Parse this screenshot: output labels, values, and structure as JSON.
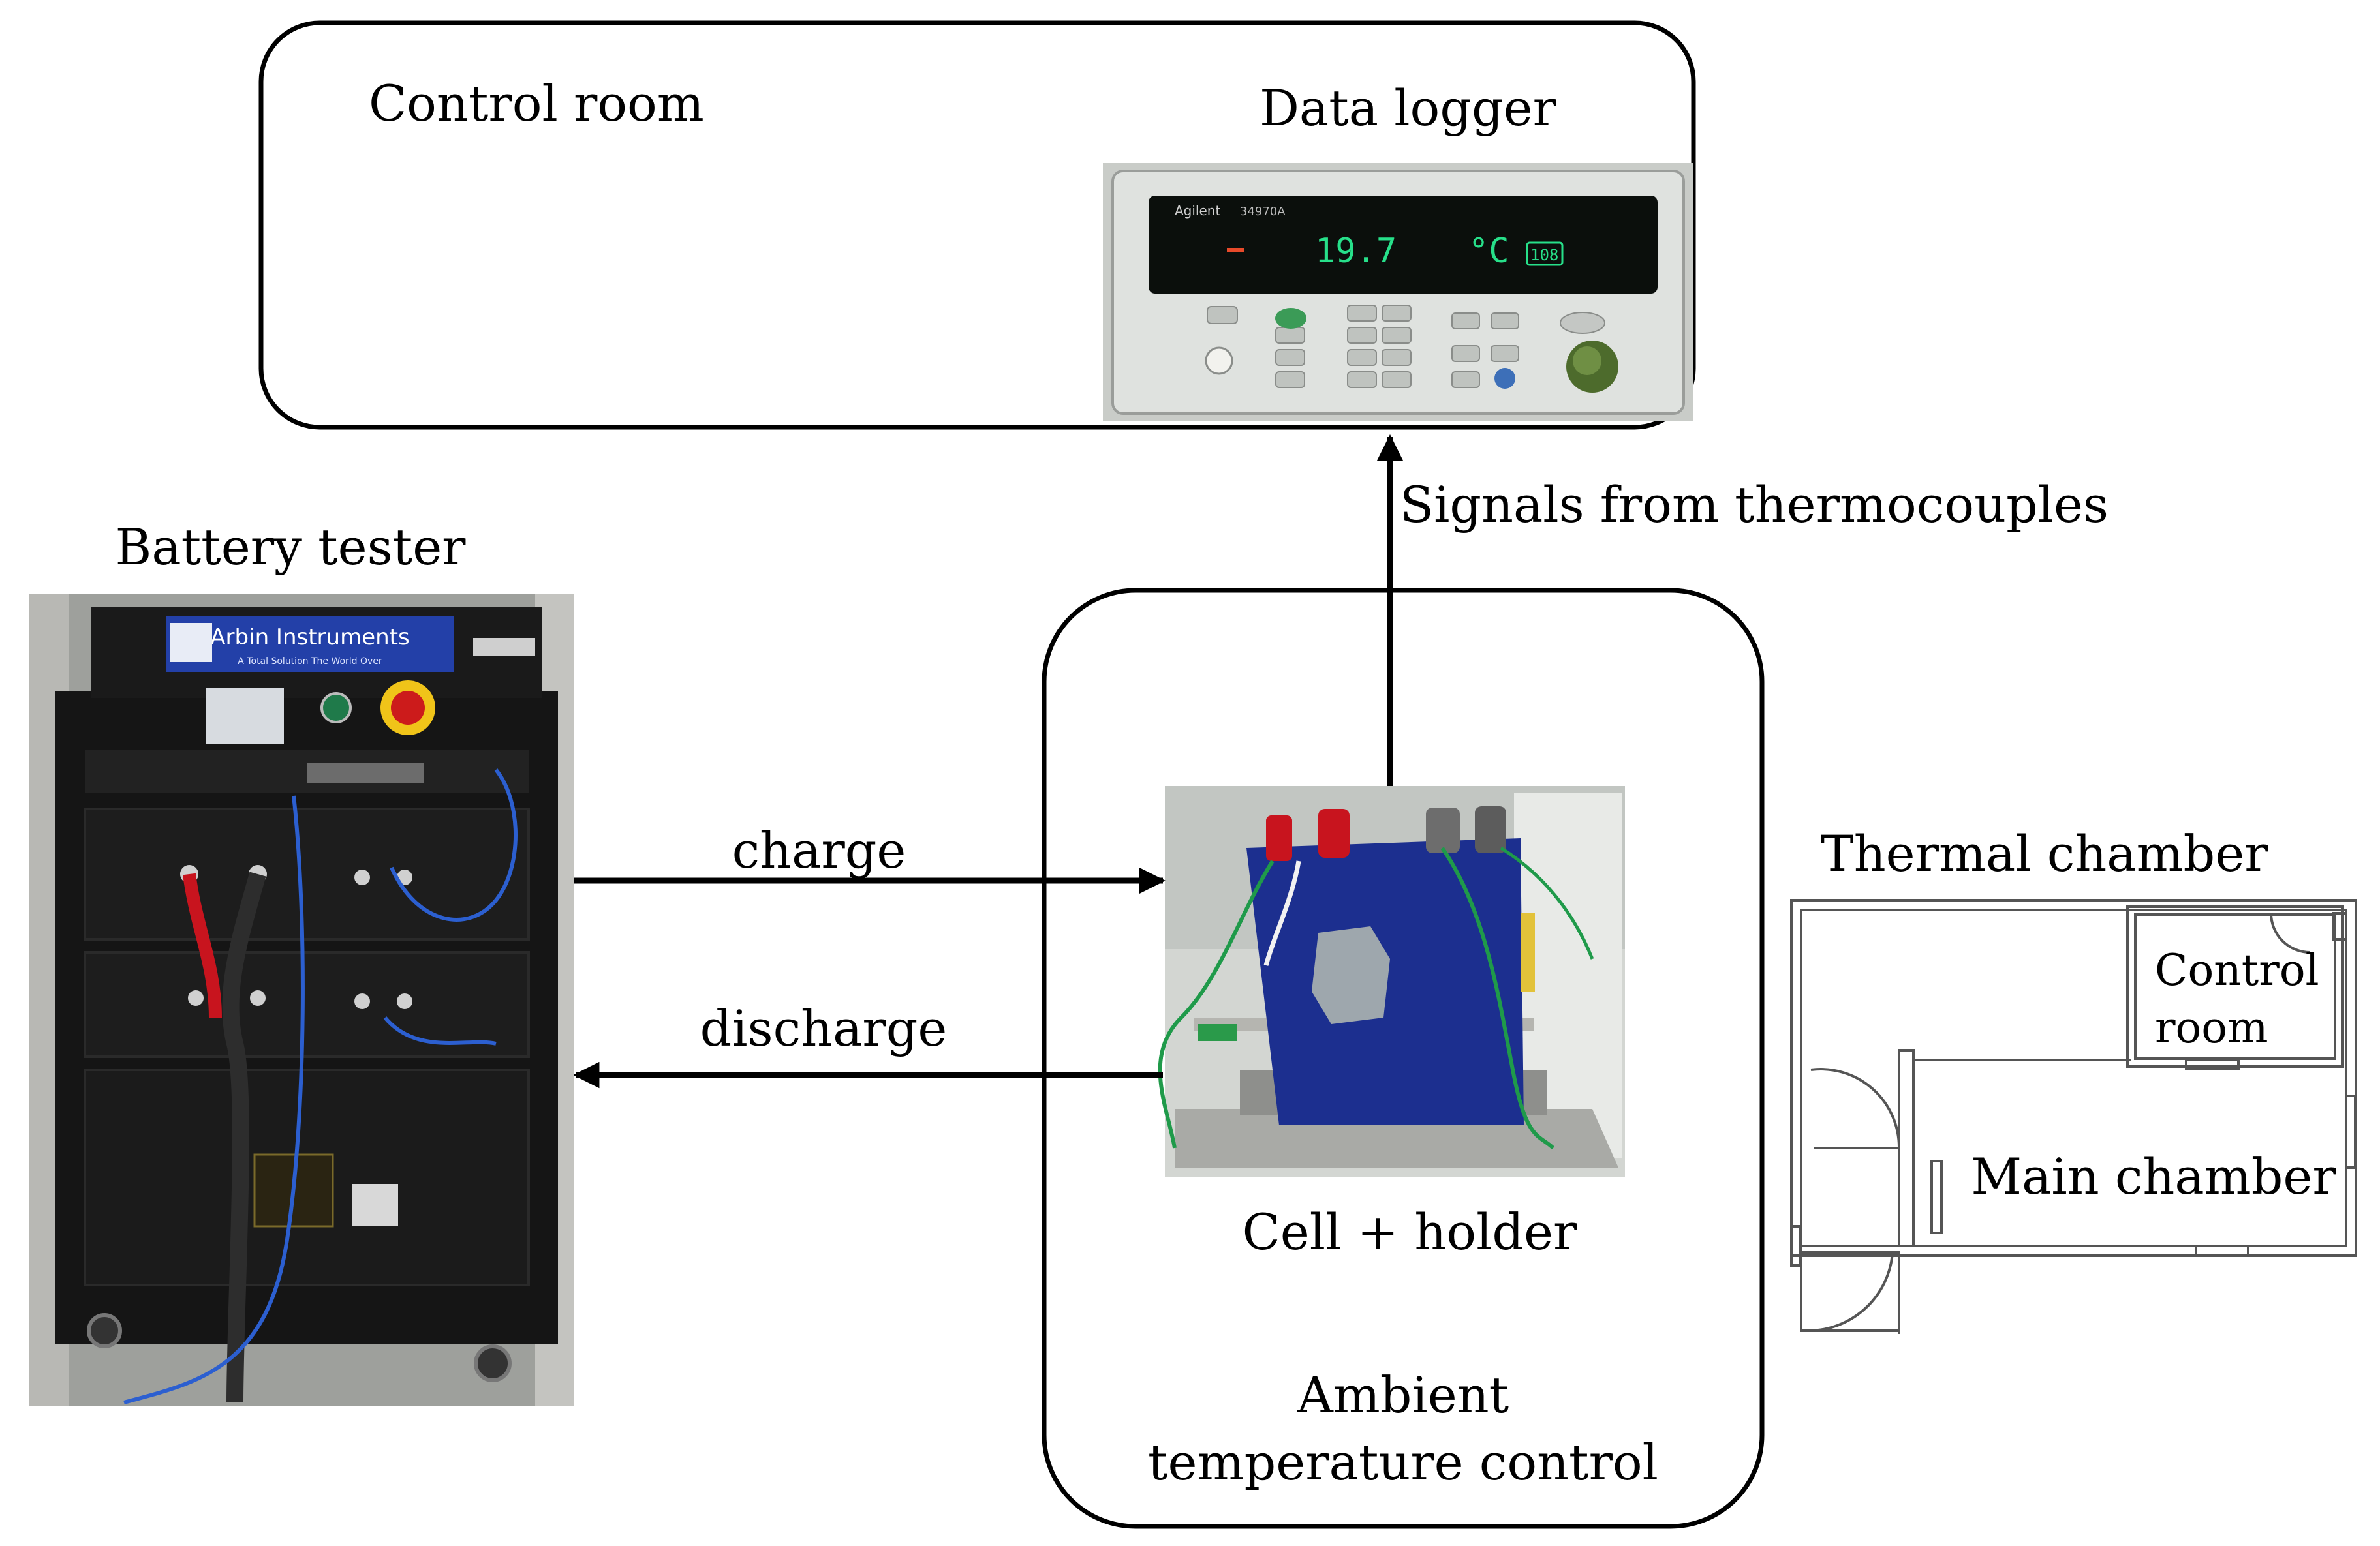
{
  "labels": {
    "control_room": "Control room",
    "data_logger": "Data logger",
    "battery_tester": "Battery tester",
    "signals": "Signals from thermocouples",
    "charge": "charge",
    "discharge": "discharge",
    "cell_holder": "Cell + holder",
    "ambient_line1": "Ambient",
    "ambient_line2": "temperature control",
    "thermal_chamber": "Thermal chamber"
  },
  "floorplan": {
    "control_line1": "Control",
    "control_line2": "room",
    "main_chamber": "Main chamber"
  },
  "data_logger_display": {
    "brand": "Agilent",
    "model": "34970A",
    "reading": "19.7",
    "unit": "°C",
    "channel": "108"
  },
  "battery_tester_panel": {
    "brand": "Arbin Instruments",
    "tagline": "A Total Solution The World Over"
  },
  "colors": {
    "line": "#000000",
    "cell_blue": "#1c2f8f",
    "logger_panel": "#d9dcd9",
    "logger_display": "#0b0f0c",
    "logger_digits": "#27e08a",
    "rack": "#151515",
    "arbin_blue": "#2340a8",
    "wire_red": "#c8141e",
    "wire_green": "#1f9a4a",
    "wire_blue": "#2c5fd0"
  }
}
